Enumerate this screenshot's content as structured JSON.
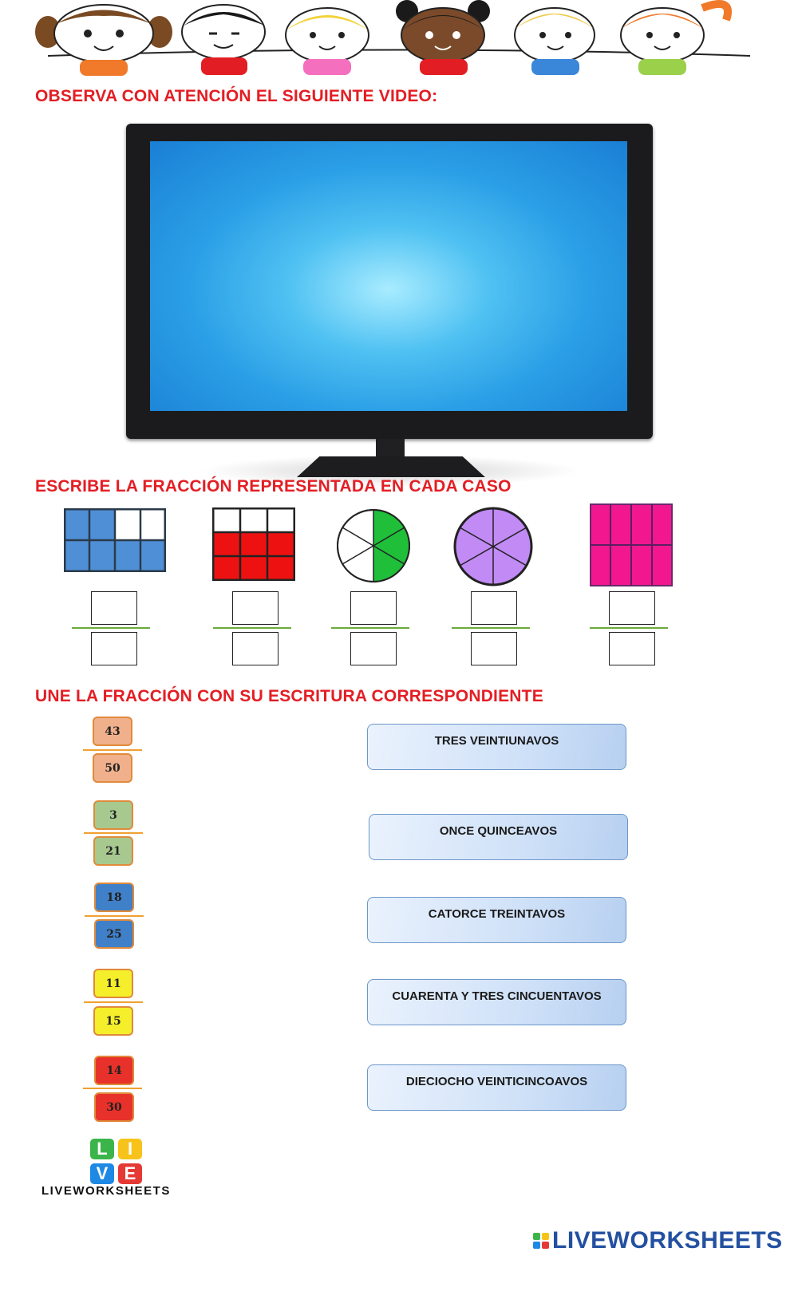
{
  "headings": {
    "video": "OBSERVA CON ATENCIÓN EL SIGUIENTE VIDEO:",
    "write": "ESCRIBE LA FRACCIÓN REPRESENTADA EN CADA CASO",
    "match": "UNE LA FRACCIÓN CON SU ESCRITURA CORRESPONDIENTE"
  },
  "fractions": [
    {
      "numerator": "43",
      "denominator": "50",
      "fill": "#f1b08c"
    },
    {
      "numerator": "3",
      "denominator": "21",
      "fill": "#a7c98f"
    },
    {
      "numerator": "18",
      "denominator": "25",
      "fill": "#3f80c8"
    },
    {
      "numerator": "11",
      "denominator": "15",
      "fill": "#f4ef2a"
    },
    {
      "numerator": "14",
      "denominator": "30",
      "fill": "#e8312a"
    }
  ],
  "words": [
    "TRES VEINTIUNAVOS",
    "ONCE QUINCEAVOS",
    "CATORCE TREINTAVOS",
    "CUARENTA Y TRES CINCUENTAVOS",
    "DIECIOCHO VEINTICINCOAVOS"
  ],
  "logo": {
    "letters": [
      "L",
      "I",
      "V",
      "E"
    ],
    "letter_colors": [
      "#3bb54a",
      "#f7c31a",
      "#1e88e5",
      "#e53935"
    ],
    "text": "LIVEWORKSHEETS"
  },
  "brand": {
    "text": "LIVEWORKSHEETS"
  },
  "colors": {
    "heading": "#e31e24",
    "shape_blue": "#4f8fd6",
    "shape_red": "#ee1111",
    "shape_green": "#1fbf3a",
    "shape_purple": "#c18af5",
    "shape_pink": "#f2178f"
  }
}
